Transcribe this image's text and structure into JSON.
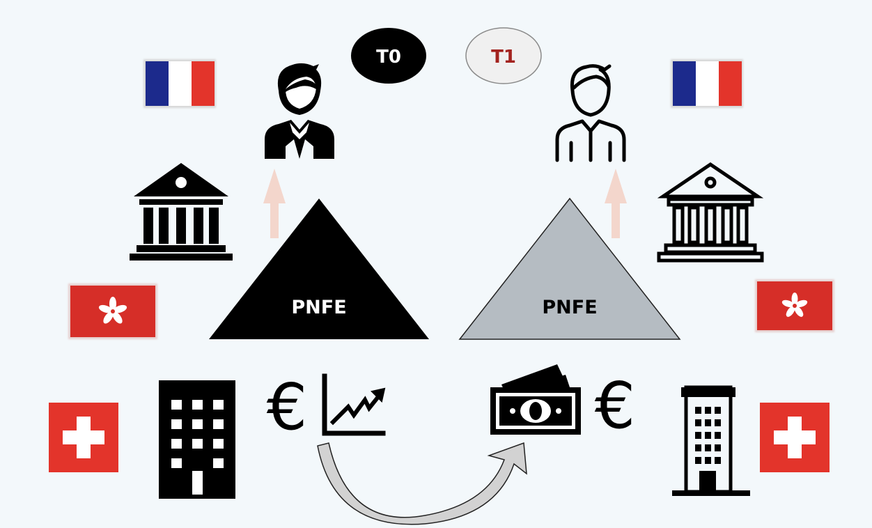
{
  "badges": {
    "t0": {
      "label": "T0",
      "fill": "#000000",
      "text_color": "#ffffff"
    },
    "t1": {
      "label": "T1",
      "fill": "#f0f0f0",
      "text_color": "#a3231f"
    }
  },
  "triangles": {
    "left": {
      "label": "PNFE",
      "fill": "#000000",
      "text_color": "#ffffff"
    },
    "right": {
      "label": "PNFE",
      "fill": "#b5bcc2",
      "text_color": "#000000"
    }
  },
  "currency": {
    "left_symbol": "€",
    "right_symbol": "€"
  },
  "colors": {
    "background": "#f3f8fb",
    "flag_blue": "#1c2a8c",
    "flag_red": "#e3342b",
    "hk_red": "#d62e28",
    "swiss_red": "#e3342b",
    "arrow_pink": "#f3d6cc",
    "curve_gray": "#c9c9c9"
  },
  "icons": [
    "france-flag-icon",
    "hong-kong-flag-icon",
    "switzerland-flag-icon",
    "person-icon",
    "bank-icon",
    "office-building-icon",
    "growth-chart-icon",
    "money-bills-icon",
    "euro-icon",
    "curved-arrow-icon"
  ]
}
